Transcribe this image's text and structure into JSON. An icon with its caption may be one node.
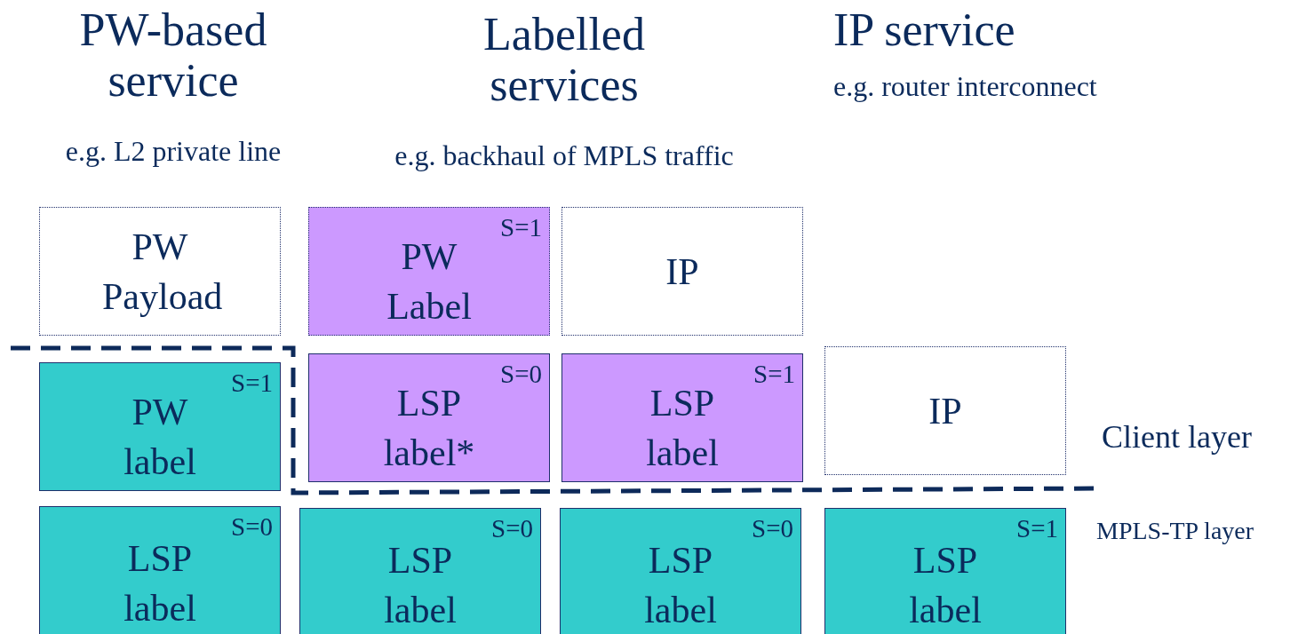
{
  "diagram": {
    "nodes": [
      {
        "text": [
          "PW Payload"
        ]
      },
      {
        "text": [
          "S=1",
          "PW Label"
        ]
      },
      {
        "text": [
          "IP"
        ]
      },
      {
        "text": [
          "S=1",
          "PW label"
        ]
      },
      {
        "text": [
          "S=0",
          "LSP label*"
        ]
      },
      {
        "text": [
          "S=1",
          "LSP label"
        ]
      },
      {
        "text": [
          "IP"
        ]
      },
      {
        "text": [
          "S=0",
          "LSP label"
        ]
      },
      {
        "text": [
          "S=0",
          "LSP label"
        ]
      },
      {
        "text": [
          "S=0",
          "LSP label"
        ]
      },
      {
        "text": [
          "S=1",
          "LSP label"
        ]
      }
    ],
    "edges": [],
    "labels": [
      "PW-based service",
      "Labelled services",
      "IP service",
      "e.g. router interconnect",
      "e.g. L2 private line",
      "e.g. backhaul of MPLS traffic",
      "Client layer",
      "MPLS-TP layer"
    ]
  }
}
